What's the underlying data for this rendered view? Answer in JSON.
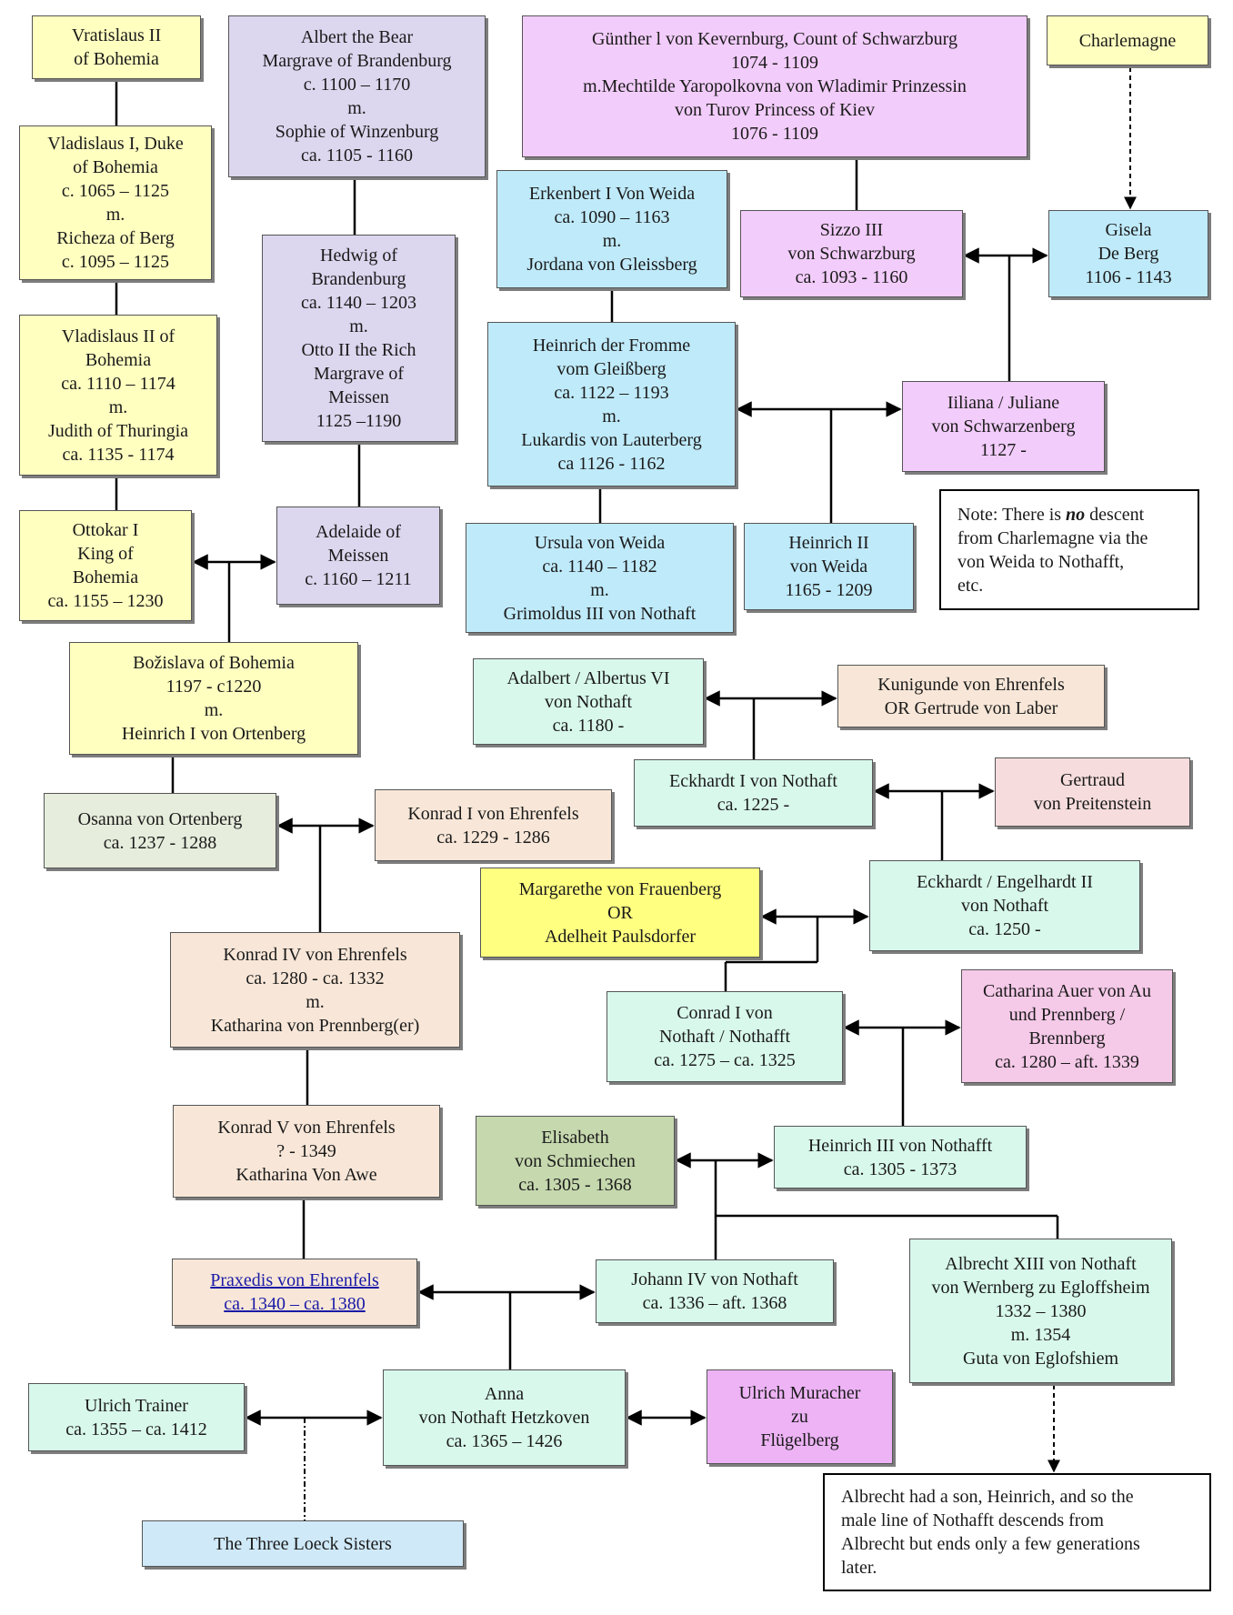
{
  "nodes": {
    "vratislaus": [
      "Vratislaus II",
      "of Bohemia"
    ],
    "vladislaus1": [
      "Vladislaus I, Duke",
      "of Bohemia",
      "c. 1065 – 1125",
      "m.",
      "Richeza of Berg",
      "c. 1095 – 1125"
    ],
    "vladislaus2": [
      "Vladislaus II of",
      "Bohemia",
      "ca. 1110 – 1174",
      "m.",
      "Judith of Thuringia",
      "ca. 1135 - 1174"
    ],
    "ottokar": [
      "Ottokar I",
      "King of",
      "Bohemia",
      "ca. 1155 – 1230"
    ],
    "bozislava": [
      "Božislava of Bohemia",
      "1197 - c1220",
      "m.",
      "Heinrich I von Ortenberg"
    ],
    "albert": [
      "Albert the Bear",
      "Margrave of Brandenburg",
      "c. 1100 – 1170",
      "m.",
      "Sophie of Winzenburg",
      "ca. 1105 - 1160"
    ],
    "hedwig": [
      "Hedwig of",
      "Brandenburg",
      "ca. 1140 – 1203",
      "m.",
      "Otto II the Rich",
      "Margrave of",
      "Meissen",
      "1125 –1190"
    ],
    "adelaide": [
      "Adelaide of",
      "Meissen",
      "c. 1160 – 1211"
    ],
    "gunther": [
      "Günther l von Kevernburg, Count of Schwarzburg",
      "1074 - 1109",
      "m.Mechtilde Yaropolkovna von Wladimir Prinzessin",
      "von Turov Princess of Kiev",
      "1076 - 1109"
    ],
    "charlemagne": [
      "Charlemagne"
    ],
    "erkenbert": [
      "Erkenbert I Von Weida",
      "ca. 1090 – 1163",
      "m.",
      "Jordana von Gleissberg"
    ],
    "sizzo": [
      "Sizzo III",
      "von Schwarzburg",
      "ca. 1093 - 1160"
    ],
    "gisela": [
      "Gisela",
      "De Berg",
      "1106 - 1143"
    ],
    "heinrich_fromme": [
      "Heinrich der Fromme",
      "vom Gleißberg",
      "ca. 1122 – 1193",
      "m.",
      "Lukardis von Lauterberg",
      "ca 1126 - 1162"
    ],
    "iliana": [
      "Iiliana / Juliane",
      "von Schwarzenberg",
      "1127 -"
    ],
    "note1": [
      "Note: There is ",
      "no",
      " descent",
      "from Charlemagne via the",
      "von Weida to Nothafft,",
      "etc."
    ],
    "ursula": [
      "Ursula von Weida",
      "ca. 1140 – 1182",
      "m.",
      "Grimoldus III von Nothaft"
    ],
    "heinrich2": [
      "Heinrich II",
      "von Weida",
      "1165 - 1209"
    ],
    "adalbert": [
      "Adalbert / Albertus VI",
      "von Nothaft",
      "ca. 1180 -"
    ],
    "kunigunde": [
      "Kunigunde von Ehrenfels",
      "OR Gertrude von Laber"
    ],
    "eckhardt1": [
      "Eckhardt I von Nothaft",
      "ca. 1225 -"
    ],
    "gertraud": [
      "Gertraud",
      "von Preitenstein"
    ],
    "osanna": [
      "Osanna von Ortenberg",
      "ca. 1237 - 1288"
    ],
    "konrad1": [
      "Konrad I von Ehrenfels",
      "ca. 1229 - 1286"
    ],
    "margarethe": [
      "Margarethe von Frauenberg",
      "OR",
      "Adelheit Paulsdorfer"
    ],
    "eckhardt2": [
      "Eckhardt / Engelhardt II",
      "von Nothaft",
      "ca. 1250 -"
    ],
    "konrad4": [
      "Konrad IV von Ehrenfels",
      "ca. 1280 - ca. 1332",
      "m.",
      "Katharina von Prennberg(er)"
    ],
    "conrad1": [
      "Conrad I von",
      "Nothaft / Nothafft",
      "ca. 1275 – ca. 1325"
    ],
    "catharina": [
      "Catharina Auer von Au",
      "und Prennberg /",
      "Brennberg",
      "ca. 1280 – aft. 1339"
    ],
    "konrad5": [
      "Konrad V von Ehrenfels",
      "? - 1349",
      "Katharina Von Awe"
    ],
    "elisabeth": [
      "Elisabeth",
      "von Schmiechen",
      "ca. 1305 - 1368"
    ],
    "heinrich3": [
      "Heinrich III von Nothafft",
      "ca. 1305 - 1373"
    ],
    "praxedis": [
      "Praxedis von Ehrenfels",
      "ca. 1340 – ca. 1380"
    ],
    "johann4": [
      "Johann IV von Nothaft",
      "ca. 1336 – aft. 1368"
    ],
    "albrecht": [
      "Albrecht XIII von Nothaft",
      "von Wernberg zu Egloffsheim",
      "1332 – 1380",
      "m. 1354",
      "Guta von Eglofshiem"
    ],
    "ulrich_trainer": [
      "Ulrich Trainer",
      "ca. 1355 – ca. 1412"
    ],
    "anna": [
      "Anna",
      "von Nothaft Hetzkoven",
      "ca. 1365 – 1426"
    ],
    "ulrich_muracher": [
      "Ulrich Muracher",
      "zu",
      "Flügelberg"
    ],
    "loeck": [
      "The Three Loeck Sisters"
    ],
    "note2": [
      "Albrecht had a son, Heinrich, and so the",
      "male line of Nothafft descends from",
      "Albrecht but ends only a few generations",
      "later."
    ]
  }
}
